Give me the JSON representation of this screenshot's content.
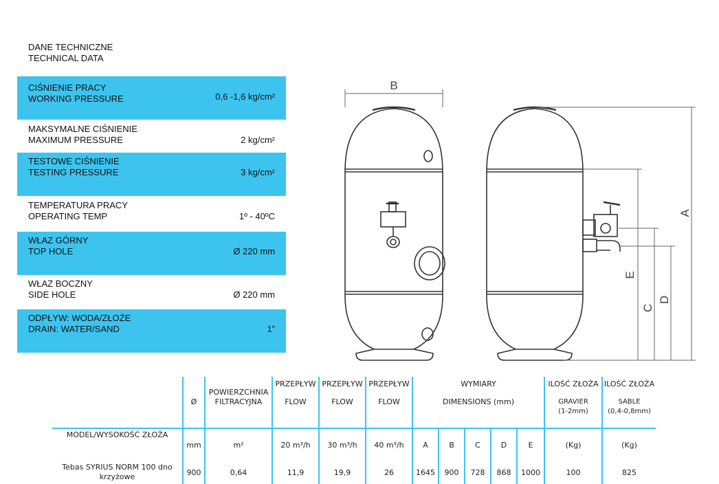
{
  "heading": {
    "line1": "DANE TECHNICZNE",
    "line2": "TECHNICAL DATA"
  },
  "specs": [
    {
      "pl": "CIŚNIENIE PRACY",
      "en": "WORKING PRESSURE",
      "value": "0,6 -1,6 kg/cm²"
    },
    {
      "pl": "MAKSYMALNE CIŚNIENIE",
      "en": "MAXIMUM PRESSURE",
      "value": "2 kg/cm²"
    },
    {
      "pl": "TESTOWE CIŚNIENIE",
      "en": "TESTING PRESSURE",
      "value": "3 kg/cm²"
    },
    {
      "pl": "TEMPERATURA PRACY",
      "en": "OPERATING TEMP",
      "value": "1º - 40ºC"
    },
    {
      "pl": "WŁAZ GÓRNY",
      "en": "TOP HOLE",
      "value": "Ø 220 mm"
    },
    {
      "pl": "WŁAZ BOCZNY",
      "en": "SIDE HOLE",
      "value": "Ø 220 mm"
    },
    {
      "pl": "ODPŁYW: WODA/ZŁOŻE",
      "en": "DRAIN: WATER/SAND",
      "value": "1”"
    }
  ],
  "colors": {
    "accent": "#3cc4ef",
    "drawing": "#333333"
  },
  "dimension_labels": {
    "a": "A",
    "b": "B",
    "c": "C",
    "d": "D",
    "e": "E"
  },
  "table": {
    "h_diam": "Ø",
    "h_surface": [
      "POWIERZCHNIA",
      "FILTRACYJNA"
    ],
    "h_flow_pl": "PRZEPŁYW",
    "h_flow_en": "FLOW",
    "h_dims_pl": "WYMIARY",
    "h_dims_en": "DIMENSIONS (mm)",
    "h_bed_pl": "ILOŚĆ ZŁOŻA",
    "h_gravel": [
      "GRAVIER",
      "(1-2mm)"
    ],
    "h_sand": [
      "SABLE",
      "(0,4-0,8mm)"
    ],
    "model_label": "MODEL/WYSOKOŚĆ ZŁOŻA",
    "units": {
      "diam": "mm",
      "surface": "m²",
      "flow20": "20 m³/h",
      "flow30": "30 m³/h",
      "flow40": "40 m³/h",
      "a": "A",
      "b": "B",
      "c": "C",
      "d": "D",
      "e": "E",
      "gravel": "(Kg)",
      "sand": "(Kg)"
    },
    "row": {
      "model_l1": "Tebas SYRIUS NORM 100 dno",
      "model_l2": "krzyżowe",
      "diam": "900",
      "surface": "0,64",
      "flow20": "11,9",
      "flow30": "19,9",
      "flow40": "26",
      "a": "1645",
      "b": "900",
      "c": "728",
      "d": "868",
      "e": "1000",
      "gravel": "100",
      "sand": "825"
    }
  }
}
